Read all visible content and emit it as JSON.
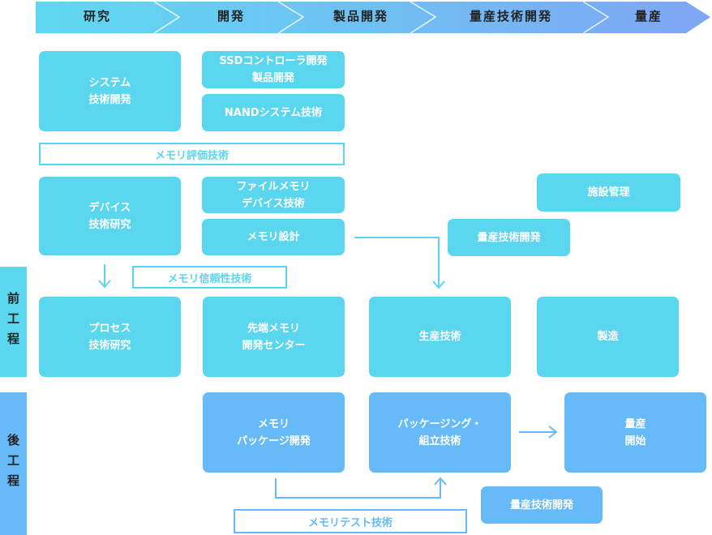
{
  "colors": {
    "cyan": "#5ad6ef",
    "blue": "#66baf8",
    "header_start": "#5fd9f1",
    "header_end": "#7fa6f4"
  },
  "stages": [
    "研究",
    "開発",
    "製品開発",
    "量産技術開発",
    "量産"
  ],
  "side": {
    "front": "前工程",
    "back": "後工程"
  },
  "boxes": {
    "system_dev": "システム\n技術開発",
    "ssd_controller": "SSDコントローラ開発\n製品開発",
    "nand_system": "NANDシステム技術",
    "memory_eval": "メモリ評価技術",
    "device_research": "デバイス\n技術研究",
    "file_memory": "ファイルメモリ\nデバイス技術",
    "memory_design": "メモリ設計",
    "facility_mgmt": "施設管理",
    "mass_prod_tech_front": "量産技術開発",
    "memory_reliability": "メモリ信頼性技術",
    "process_research": "プロセス\n技術研究",
    "advanced_memory": "先端メモリ\n開発センター",
    "production_tech": "生産技術",
    "manufacturing": "製造",
    "memory_package": "メモリ\nパッケージ開発",
    "packaging": "パッケージング・\n組立技術",
    "mass_production_start": "量産\n開始",
    "mass_prod_tech_back": "量産技術開発",
    "memory_test": "メモリテスト技術"
  }
}
